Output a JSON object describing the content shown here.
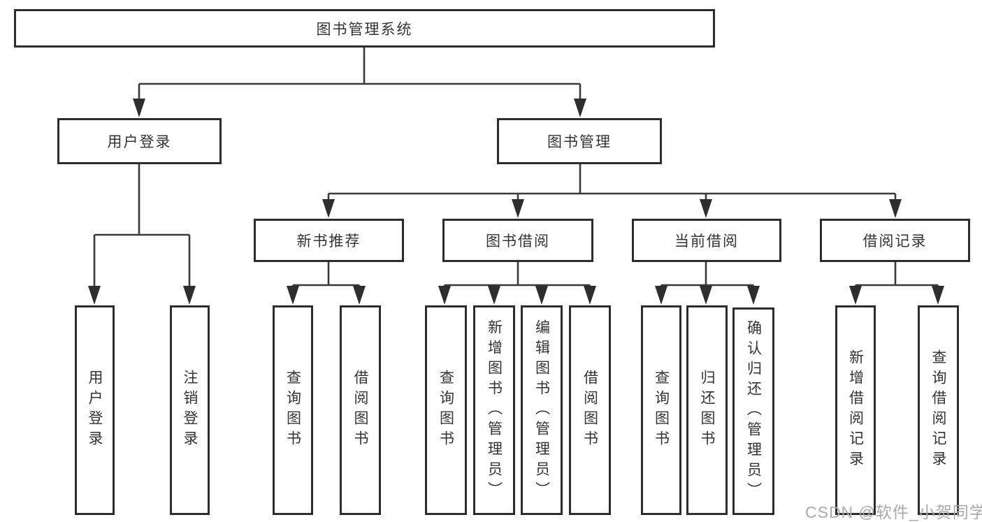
{
  "diagram_title": "图书管理系统",
  "nodes": {
    "root": "图书管理系统",
    "l2": [
      "用户登录",
      "图书管理"
    ],
    "l3": [
      "新书推荐",
      "图书借阅",
      "当前借阅",
      "借阅记录"
    ],
    "leaves": {
      "user_login": [
        "用户登录",
        "注销登录"
      ],
      "new_books": [
        "查询图书",
        "借阅图书"
      ],
      "book_borrow": [
        "查询图书",
        "新增图书（管理员）",
        "编辑图书（管理员）",
        "借阅图书"
      ],
      "current_borrow": [
        "查询图书",
        "归还图书",
        "确认归还（管理员）"
      ],
      "borrow_records": [
        "新增借阅记录",
        "查询借阅记录"
      ]
    }
  },
  "watermark": {
    "text": "CSDN @软件_小贺同学"
  },
  "colors": {
    "background": "#ffffff",
    "box_border": "#2d2d2d",
    "line": "#3a3a3a",
    "text": "#333333",
    "watermark": "#a6aab0"
  }
}
